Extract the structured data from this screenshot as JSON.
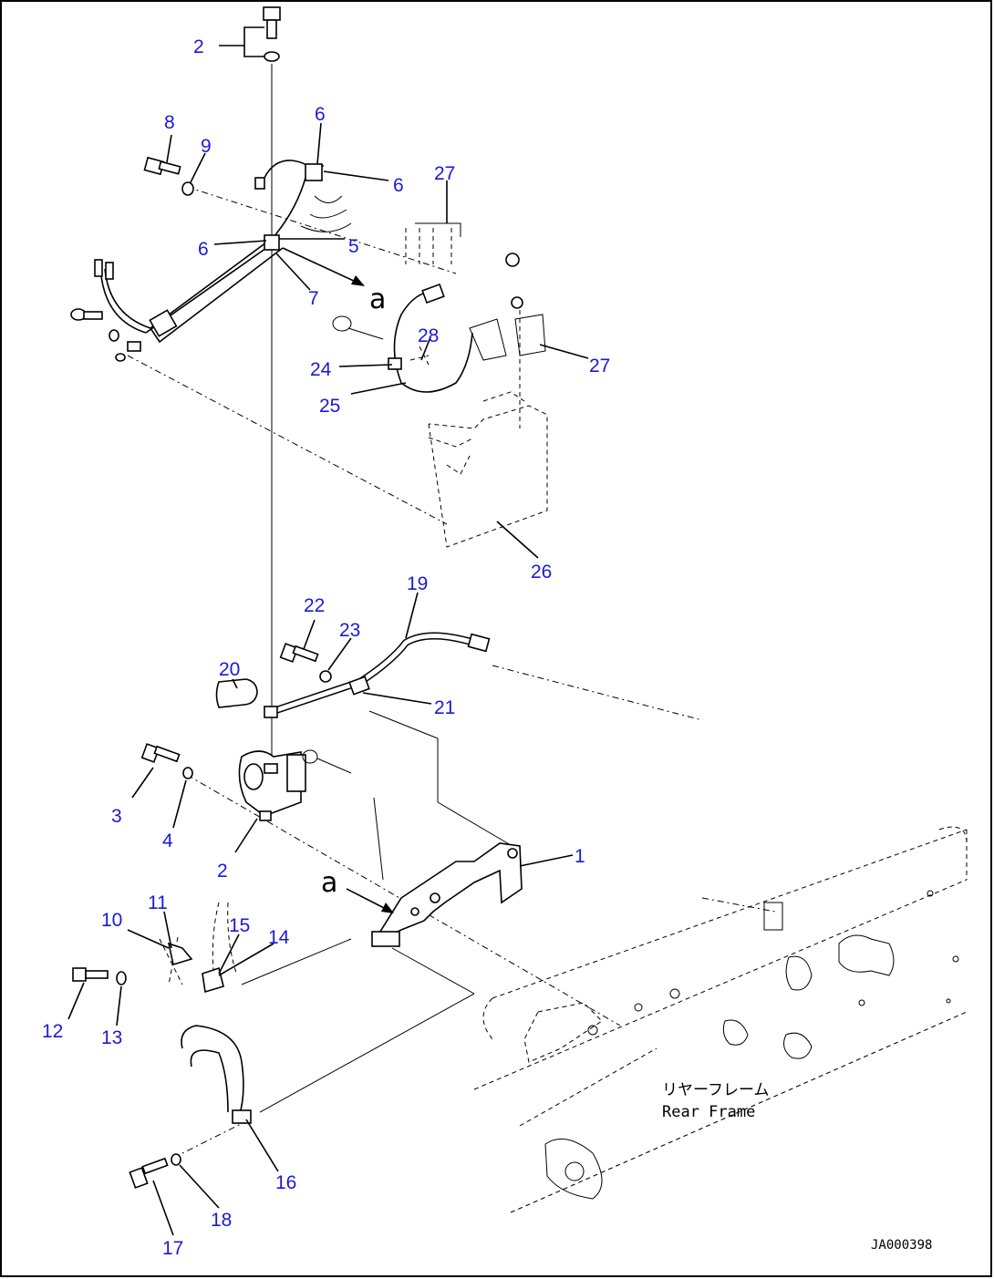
{
  "callouts": {
    "c2_top": "2",
    "c2_bottom": "2",
    "c1": "1",
    "c3": "3",
    "c4": "4",
    "c5": "5",
    "c6_a": "6",
    "c6_b": "6",
    "c6_c": "6",
    "c7": "7",
    "c8": "8",
    "c9": "9",
    "c10": "10",
    "c11": "11",
    "c12": "12",
    "c13": "13",
    "c14": "14",
    "c15": "15",
    "c16": "16",
    "c17": "17",
    "c18": "18",
    "c19": "19",
    "c20": "20",
    "c21": "21",
    "c22": "22",
    "c23": "23",
    "c24": "24",
    "c25": "25",
    "c26": "26",
    "c27_a": "27",
    "c27_b": "27",
    "c28": "28"
  },
  "view_marker_top": "a",
  "view_marker_bottom": "a",
  "frame_label_jp": "リヤーフレーム",
  "frame_label_en": "Rear Frame",
  "drawing_code": "JA000398",
  "colors": {
    "callout": "#1a1ad6",
    "line": "#000000",
    "background": "#ffffff"
  }
}
